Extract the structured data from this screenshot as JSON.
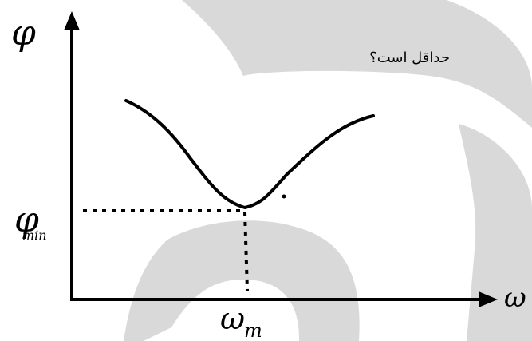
{
  "text": {
    "persian_question_fragment": "حداقل است؟"
  },
  "labels": {
    "phi": "φ",
    "phi_min_base": "φ",
    "phi_min_sub": "min",
    "omega": "ω",
    "omega_m_base": "ω",
    "omega_m_sub": "m"
  },
  "colors": {
    "watermark": "#d9d9d9",
    "ink": "#000000",
    "background": "#ffffff"
  }
}
